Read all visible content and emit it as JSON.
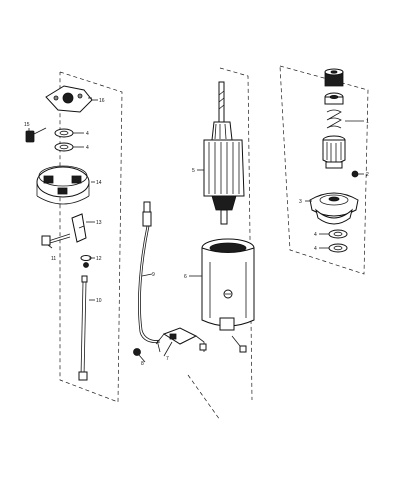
{
  "diagram": {
    "callouts": {
      "c1": "1",
      "c2": "2",
      "c3": "3",
      "c4a": "4",
      "c4b": "4",
      "c4c": "4",
      "c4d": "4",
      "c5": "5",
      "c6": "6",
      "c7": "7",
      "c8": "8",
      "c9": "9",
      "c10": "10",
      "c11": "11",
      "c12": "12",
      "c13": "13",
      "c14": "14",
      "c15": "15",
      "c16": "16"
    }
  }
}
